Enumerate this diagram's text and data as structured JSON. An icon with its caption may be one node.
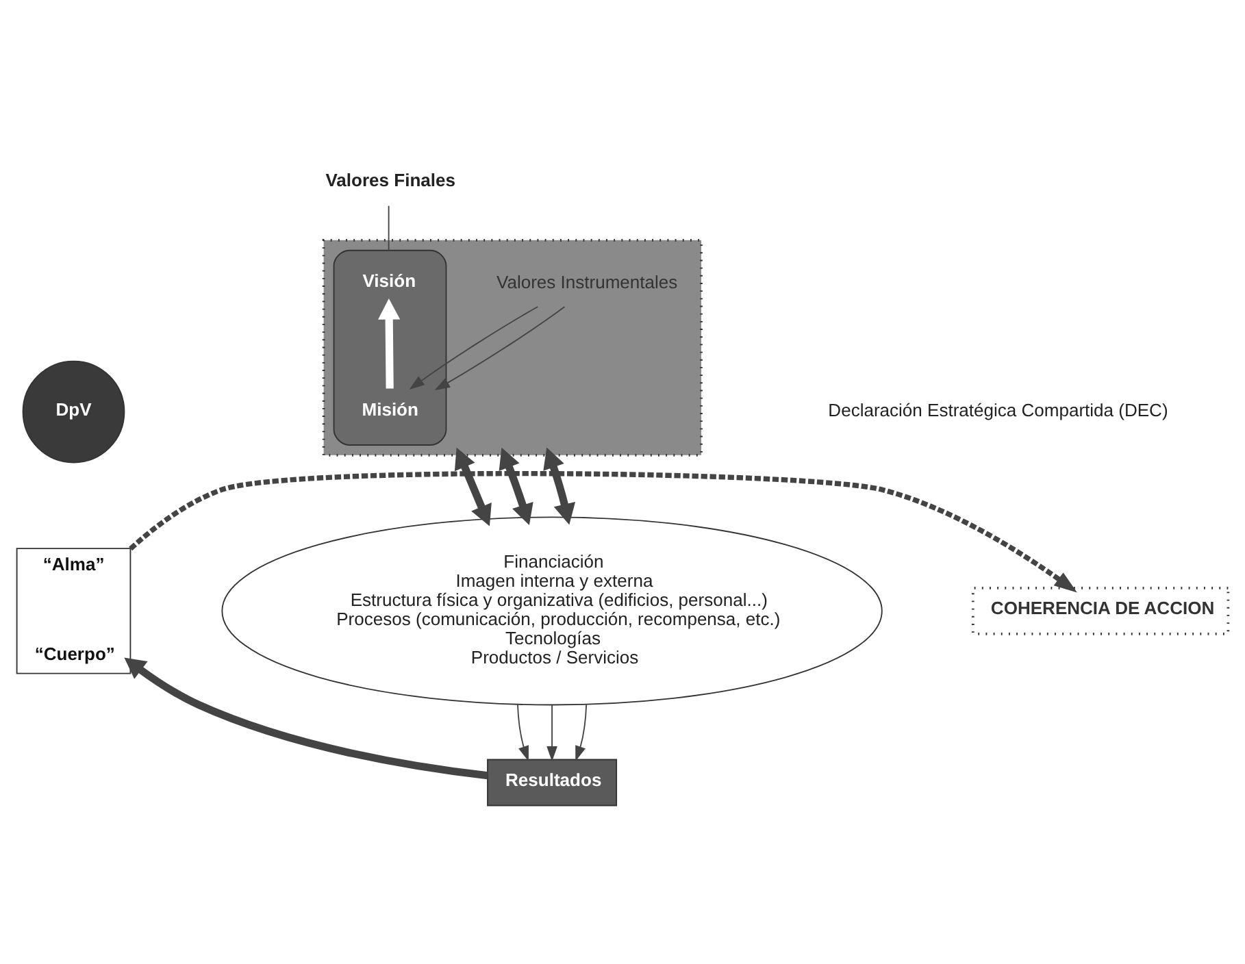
{
  "diagram": {
    "nodes": [
      {
        "text": [
          "DpV"
        ]
      },
      {
        "text": [
          "“Alma”",
          "“Cuerpo”"
        ]
      },
      {
        "text": [],
        "shape": "star"
      },
      {
        "text": [],
        "shape": "ellipse",
        "in": 2
      },
      {
        "text": [
          "Visión"
        ],
        "in": 3
      },
      {
        "text": [
          "Misión"
        ],
        "in": 3
      },
      {
        "text": [
          "Valores Instrumentales"
        ],
        "in": 2
      },
      {
        "text": [
          "Valores Finales"
        ]
      },
      {
        "text": [
          "Financiación",
          "Imagen interna y externa",
          "Estructura física y organizativa (edificios, personal...)",
          "Procesos (comunicación, producción, recompensa, etc.)",
          "Tecnologías",
          "Productos / Servicios"
        ]
      },
      {
        "text": [
          "Resultados"
        ]
      },
      {
        "text": [
          "COHERENCIA DE ACCION"
        ]
      }
    ],
    "edges": [
      {
        "from": 5,
        "to": 4,
        "arrow": "to",
        "color": "#ffffff",
        "style": "thick"
      },
      {
        "from": 6,
        "to": 5,
        "arrow": "to"
      },
      {
        "from": 6,
        "to": 5,
        "arrow": "to"
      },
      {
        "from": 7,
        "to": 3,
        "arrow": "none"
      },
      {
        "from": 2,
        "to": 8,
        "arrow": "both",
        "style": "thick"
      },
      {
        "from": 2,
        "to": 8,
        "arrow": "both",
        "style": "thick"
      },
      {
        "from": 2,
        "to": 8,
        "arrow": "both",
        "style": "thick"
      },
      {
        "from": 8,
        "to": 9,
        "arrow": "to"
      },
      {
        "from": 8,
        "to": 9,
        "arrow": "to"
      },
      {
        "from": 8,
        "to": 9,
        "arrow": "to"
      },
      {
        "from": 9,
        "to": 1,
        "arrow": "to",
        "style": "thick"
      },
      {
        "from": 1,
        "to": 10,
        "arrow": "to",
        "style": "dashed"
      }
    ],
    "labels": [
      "Declaración Estratégica Compartida (DEC)"
    ]
  }
}
